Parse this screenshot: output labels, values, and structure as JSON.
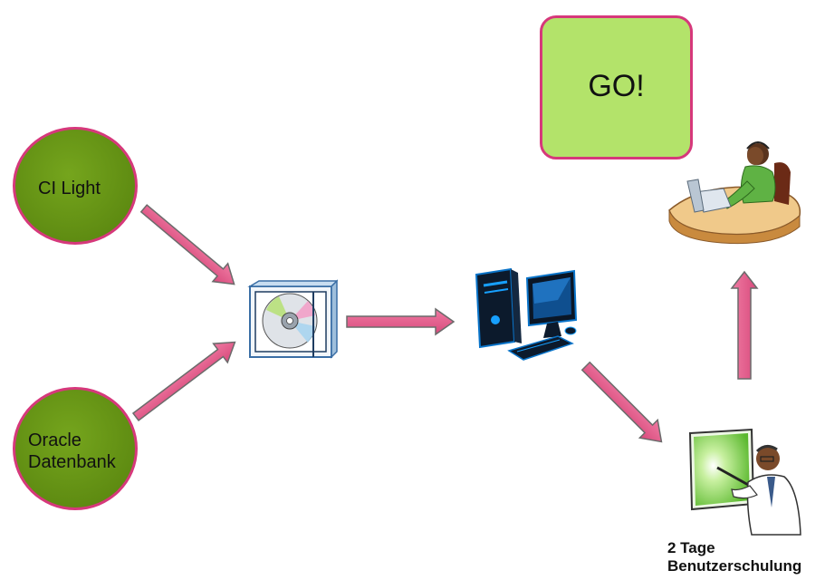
{
  "nodes": {
    "ci_light": "CI Light",
    "oracle": "Oracle\nDatenbank",
    "go": "GO!"
  },
  "caption": "2 Tage\nBenutzerschulung",
  "colors": {
    "circle_fill": "#5f8c12",
    "circle_border": "#d6387b",
    "go_fill": "#b3e36a",
    "arrow_fill": "#e05a88",
    "arrow_stroke": "#6b6b6b"
  },
  "icons": [
    "cd-case-icon",
    "desktop-computer-icon",
    "call-center-agent-icon",
    "presenter-icon"
  ]
}
